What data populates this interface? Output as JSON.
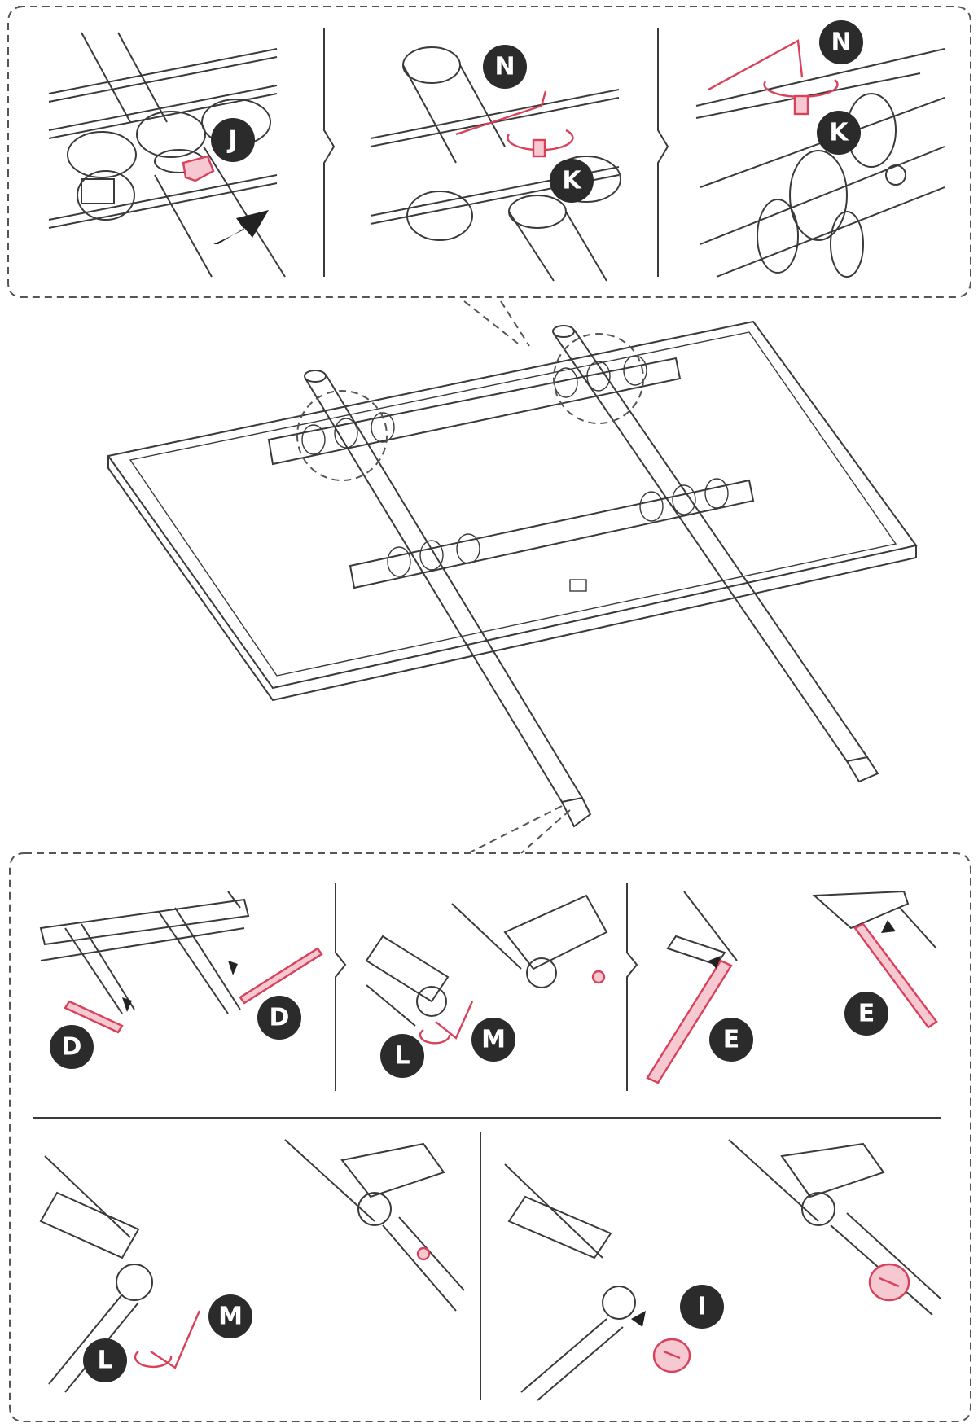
{
  "labels": {
    "J": "J",
    "K": "K",
    "N": "N",
    "D": "D",
    "L": "L",
    "M": "M",
    "E": "E",
    "I": "I"
  },
  "colors": {
    "accent": "#d9415a",
    "line": "#3a3a3a",
    "label_bg": "#2b2b2b"
  }
}
